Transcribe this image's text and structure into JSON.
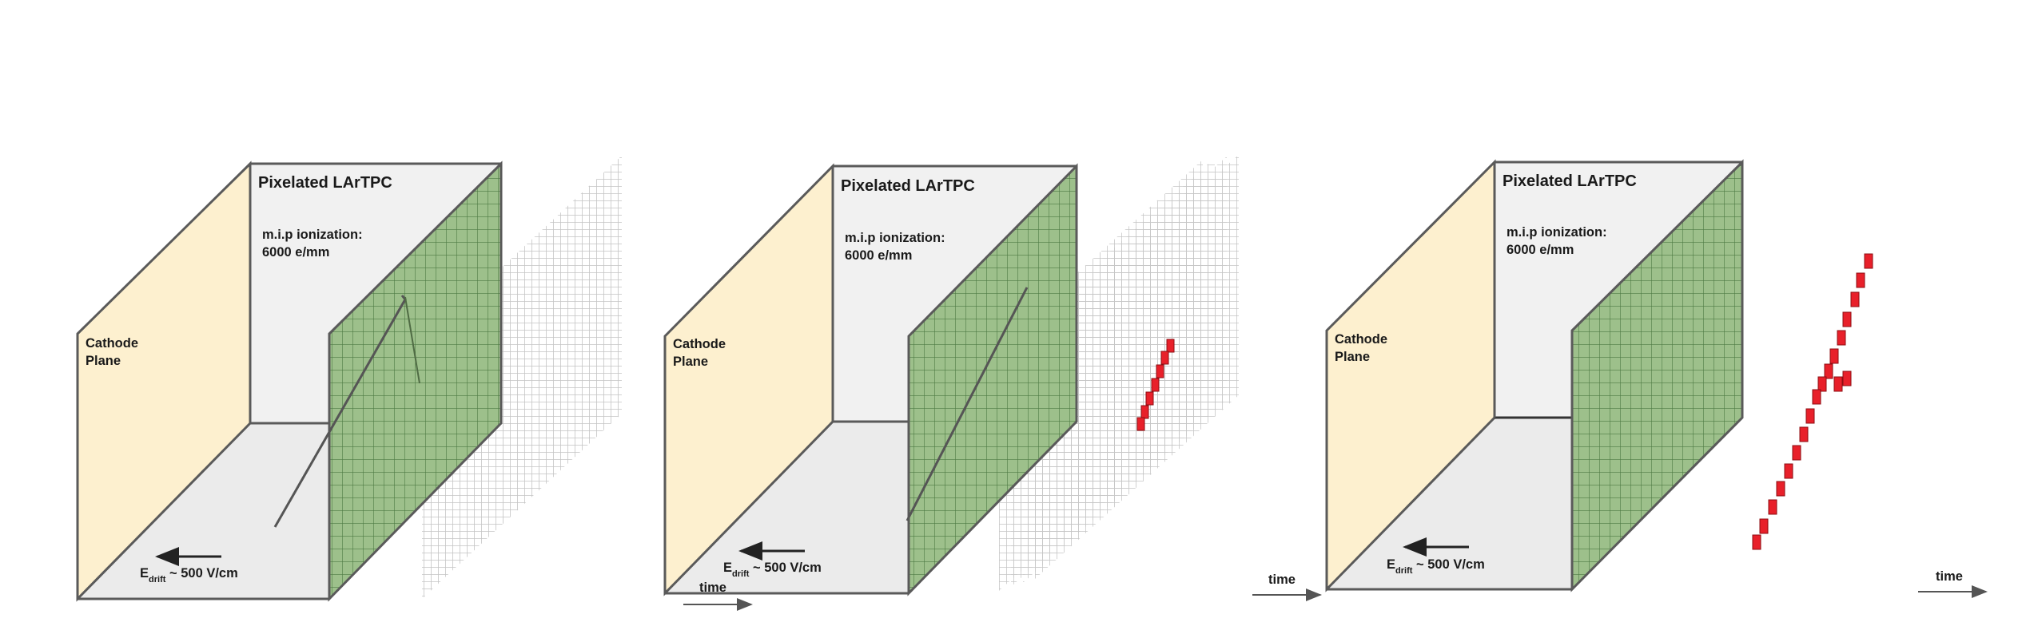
{
  "panels": [
    {
      "title": "Pixelated LArTPC",
      "ionization_line1": "m.i.p ionization:",
      "ionization_line2": "6000 e/mm",
      "cathode_line1": "Cathode",
      "cathode_line2": "Plane",
      "field_prefix": "E",
      "field_subscript": "drift",
      "field_value": " ~ 500 V/cm"
    },
    {
      "title": "Pixelated LArTPC",
      "ionization_line1": "m.i.p ionization:",
      "ionization_line2": "6000 e/mm",
      "cathode_line1": "Cathode",
      "cathode_line2": "Plane",
      "field_prefix": "E",
      "field_subscript": "drift",
      "field_value": " ~ 500 V/cm",
      "time_label": "time"
    },
    {
      "title": "Pixelated LArTPC",
      "ionization_line1": "m.i.p ionization:",
      "ionization_line2": "6000 e/mm",
      "cathode_line1": "Cathode",
      "cathode_line2": "Plane",
      "field_prefix": "E",
      "field_subscript": "drift",
      "field_value": " ~ 500 V/cm",
      "time_left_label": "time",
      "time_right_label": "time"
    }
  ],
  "colors": {
    "cathode": "#fdf0cf",
    "back_wall": "#f1f1f1",
    "floor": "#ebebeb",
    "pixel_plane": "#9dc08b",
    "pixel_grid": "#4d7a43",
    "edge": "#5a5a5a",
    "hit": "#e8202a",
    "ghost_grid": "#b8b8b8"
  }
}
